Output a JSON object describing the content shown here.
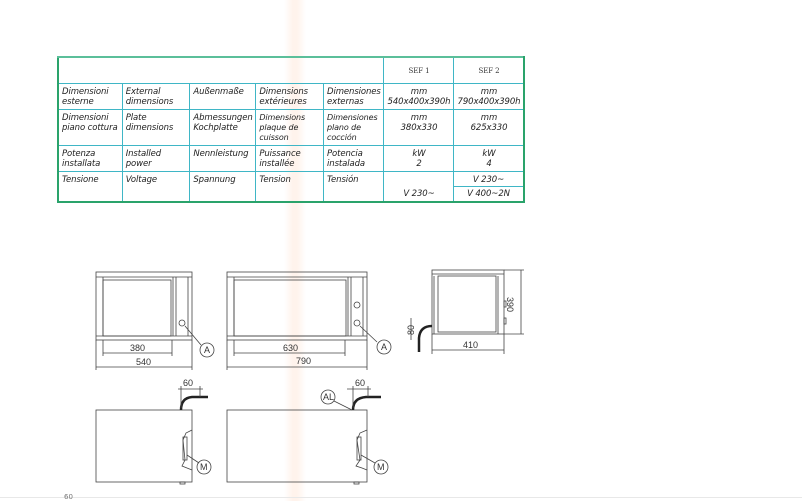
{
  "table": {
    "models": [
      "SEF 1",
      "SEF 2"
    ],
    "rows": [
      {
        "labels": [
          "Dimensioni esterne",
          "External dimensions",
          "Außenmaße",
          "Dimensions extérieures",
          "Dimensiones externas"
        ],
        "unit": "mm",
        "values": [
          "540x400x390h",
          "790x400x390h"
        ]
      },
      {
        "labels": [
          "Dimensioni piano cottura",
          "Plate dimensions",
          "Abmessungen Kochplatte",
          "Dimensions plaque de cuisson",
          "Dimensiones plano de cocción"
        ],
        "unit": "mm",
        "values": [
          "380x330",
          "625x330"
        ]
      },
      {
        "labels": [
          "Potenza installata",
          "Installed power",
          "Nennleistung",
          "Puissance installée",
          "Potencia instalada"
        ],
        "unit": "kW",
        "values": [
          "2",
          "4"
        ]
      },
      {
        "labels": [
          "Tensione",
          "Voltage",
          "Spannung",
          "Tension",
          "Tensión"
        ],
        "values": [
          "V 230~",
          "V 230~",
          "V 400~2N"
        ]
      }
    ]
  },
  "drawings": {
    "front_sef1": {
      "inner_width": "380",
      "outer_width": "540",
      "callout": "A"
    },
    "front_sef2": {
      "inner_width": "630",
      "outer_width": "790",
      "callout": "A"
    },
    "side": {
      "depth": "410",
      "height": "390",
      "cable_height": "80"
    },
    "top_sef1": {
      "cable_offset": "60",
      "callout": "M"
    },
    "top_sef2": {
      "cable_offset": "60",
      "callout_cable": "AL",
      "callout": "M"
    }
  },
  "footer": {
    "page_number": "60"
  }
}
